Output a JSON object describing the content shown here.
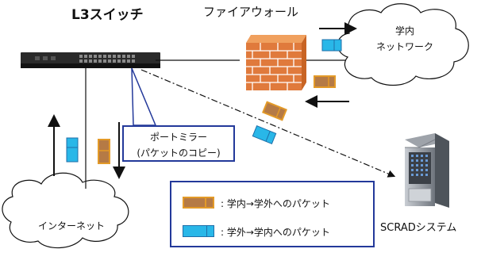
{
  "title_switch": "L3スイッチ",
  "title_firewall": "ファイアウォール",
  "campus_network": {
    "line1": "学内",
    "line2": "ネットワーク"
  },
  "internet": "インターネット",
  "scrad": "SCRADシステム",
  "port_mirror": {
    "line1": "ポートミラー",
    "line2": "(パケットのコピー)"
  },
  "legend": {
    "inbound": ": 学内→学外へのパケット",
    "outbound": ": 学外→学内へのパケット"
  },
  "colors": {
    "brown_packet": "#b57a45",
    "brown_border": "#e39a28",
    "cyan_packet": "#29b7e8",
    "cyan_border": "#1f6fa8",
    "brick": "#e07a3c",
    "frame_blue": "#23399a"
  }
}
